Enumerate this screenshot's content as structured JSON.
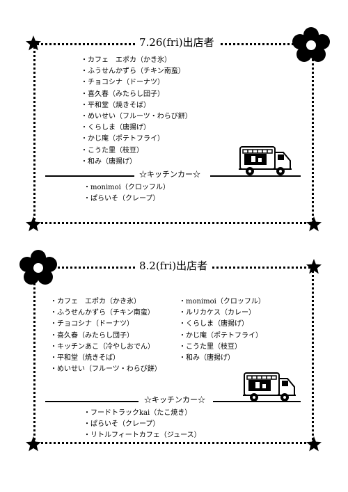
{
  "events": [
    {
      "title": "7.26(fri)出店者",
      "shops": [
        "カフェ　エポカ（かき氷）",
        "ふうせんかずら（チキン南蛮）",
        "チョコシナ（ドーナツ）",
        "喜久春（みたらし団子）",
        "平和堂（焼きそば）",
        "めいせい（フルーツ・わらび餅）",
        "くらしま（唐揚げ）",
        "かじ庵（ポテトフライ）",
        "こうた里（枝豆）",
        "和み（唐揚げ）"
      ],
      "kitchen_car_label": "☆キッチンカー☆",
      "kitchen_cars": [
        "monimoi（クロッフル）",
        "ぱらいそ（クレープ）"
      ]
    },
    {
      "title": "8.2(fri)出店者",
      "shops_left": [
        "カフェ　エポカ（かき氷）",
        "ふうせんかずら（チキン南蛮）",
        "チョコシナ（ドーナツ）",
        "喜久春（みたらし団子）",
        "キッチンあこ（冷やしおでん）",
        "平和堂（焼きそば）",
        "めいせい（フルーツ・わらび餅）"
      ],
      "shops_right": [
        "monimoi（クロッフル）",
        "ルリカケス（カレー）",
        "くらしま（唐揚げ）",
        "かじ庵（ポテトフライ）",
        "こうた里（枝豆）",
        "和み（唐揚げ）"
      ],
      "kitchen_car_label": "☆キッチンカー☆",
      "kitchen_cars": [
        "フードトラックkai（たこ焼き）",
        "ぱらいそ（クレープ）",
        "リトルフィートカフェ（ジュース）"
      ]
    }
  ],
  "icons": [
    "star-icon",
    "flower-icon",
    "food-truck-icon"
  ]
}
